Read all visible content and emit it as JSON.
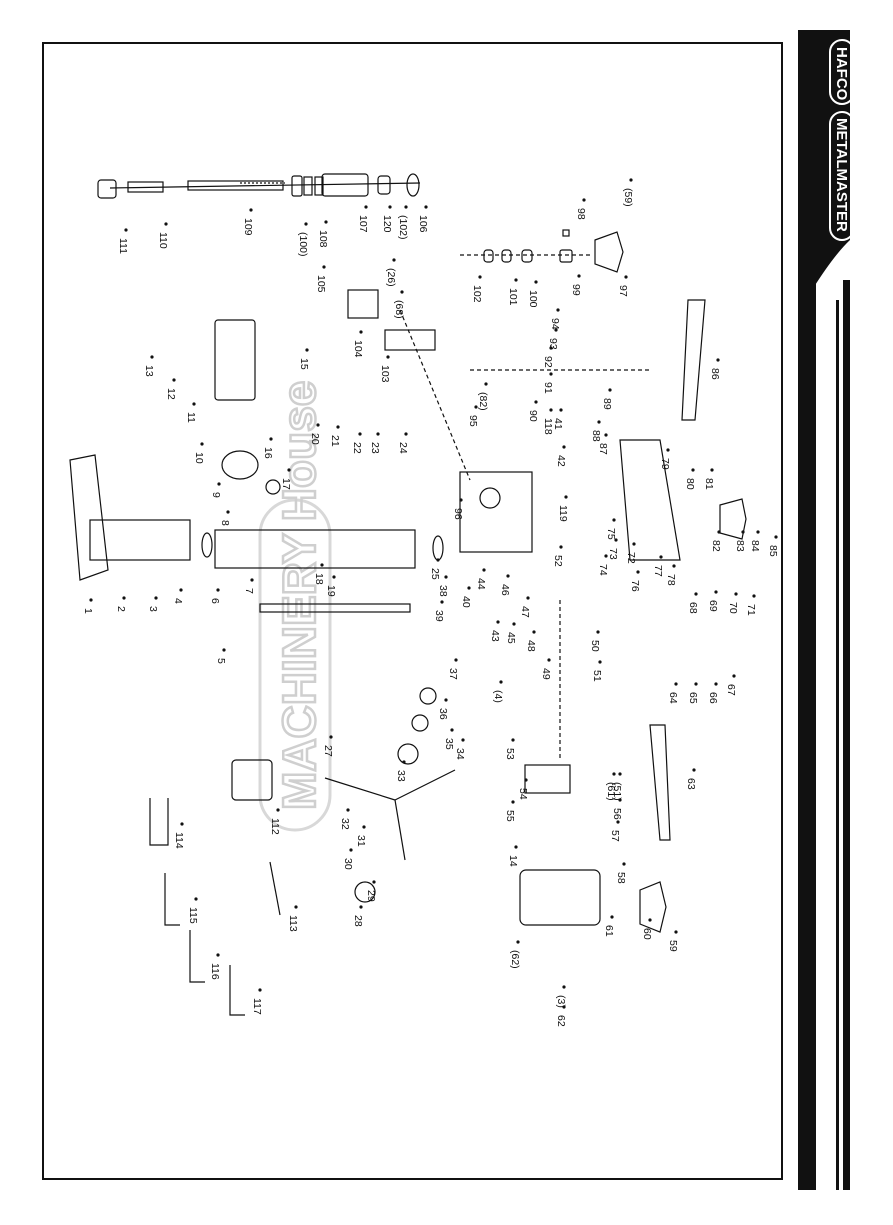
{
  "brand": {
    "primary": "HAFCO",
    "secondary": "METALMASTER"
  },
  "watermark": "MACHINERY House",
  "part_labels": [
    "1",
    "2",
    "3",
    "4",
    "5",
    "6",
    "7",
    "8",
    "9",
    "10",
    "11",
    "12",
    "13",
    "14",
    "15",
    "16",
    "17",
    "18",
    "19",
    "20",
    "21",
    "22",
    "23",
    "24",
    "25",
    "27",
    "28",
    "29",
    "30",
    "31",
    "32",
    "33",
    "34",
    "35",
    "36",
    "37",
    "38",
    "39",
    "40",
    "41",
    "42",
    "43",
    "44",
    "45",
    "46",
    "47",
    "48",
    "49",
    "50",
    "51",
    "52",
    "53",
    "54",
    "55",
    "56",
    "57",
    "58",
    "59",
    "60",
    "61",
    "62",
    "63",
    "64",
    "65",
    "66",
    "67",
    "68",
    "69",
    "70",
    "71",
    "72",
    "73",
    "74",
    "75",
    "76",
    "77",
    "78",
    "79",
    "80",
    "81",
    "82",
    "83",
    "84",
    "85",
    "86",
    "87",
    "88",
    "89",
    "90",
    "91",
    "92",
    "93",
    "94",
    "95",
    "96",
    "97",
    "98",
    "99",
    "100",
    "101",
    "102",
    "103",
    "104",
    "105",
    "106",
    "107",
    "108",
    "109",
    "110",
    "111",
    "112",
    "113",
    "114",
    "115",
    "116",
    "117",
    "118",
    "119",
    "120",
    "(3)",
    "(4)",
    "(26)",
    "(51)",
    "(59)",
    "(61)",
    "(62)",
    "(68)",
    "(82)",
    "(100)",
    "(102)"
  ],
  "colors": {
    "line": "#111111",
    "brand_bg": "#111111",
    "brand_text": "#ffffff",
    "watermark": "#cfcfcf"
  }
}
